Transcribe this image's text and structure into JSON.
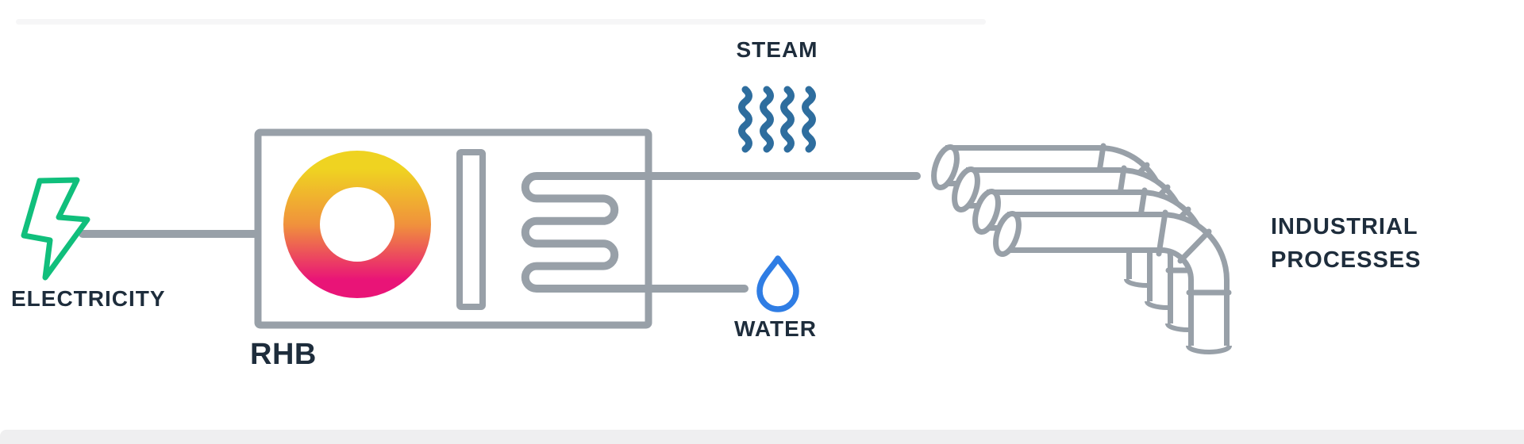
{
  "diagram": {
    "labels": {
      "electricity": "ELECTRICITY",
      "rhb": "RHB",
      "steam": "STEAM",
      "water": "WATER",
      "industrial_line1": "INDUSTRIAL",
      "industrial_line2": "PROCESSES"
    },
    "icons": [
      "lightning-bolt-icon",
      "heat-ring-icon",
      "heating-element-coil-icon",
      "steam-waves-icon",
      "water-drop-icon",
      "industrial-pipes-icon"
    ],
    "flow": [
      {
        "from": "ELECTRICITY",
        "to": "RHB"
      },
      {
        "from": "RHB",
        "to": "STEAM"
      },
      {
        "from": "WATER",
        "to": "RHB"
      },
      {
        "from": "STEAM",
        "to": "INDUSTRIAL PROCESSES"
      }
    ],
    "colors": {
      "line_gray": "#98a0a8",
      "text_navy": "#1e2d3c",
      "bolt_green": "#10bf7c",
      "steam_blue": "#2e6d9e",
      "water_blue": "#2f7de4",
      "ring_yellow": "#efd321",
      "ring_orange": "#f0923c",
      "ring_pink": "#e91477",
      "footer_gray": "#efeff0"
    }
  }
}
